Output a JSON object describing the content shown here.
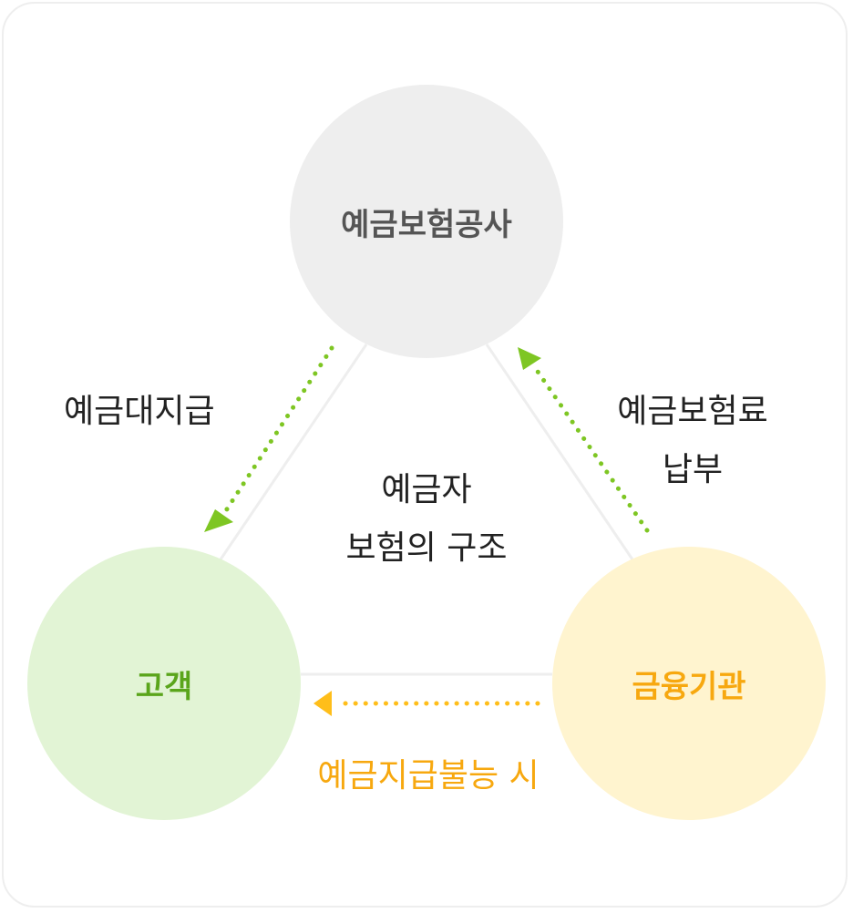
{
  "nodes": {
    "kdic": "예금보험공사",
    "customer": "고객",
    "institution": "금융기관"
  },
  "flows": {
    "payout": "예금대지급",
    "premium_line1": "예금보험료",
    "premium_line2": "납부",
    "default": "예금지급불능 시"
  },
  "center": {
    "line1": "예금자",
    "line2": "보험의 구조"
  },
  "colors": {
    "kdic_fill": "#eeeeee",
    "kdic_text": "#555555",
    "customer_fill": "#e2f4d5",
    "customer_text": "#5aa51b",
    "institution_fill": "#fff4cf",
    "institution_text": "#f7a80f",
    "green_arrow": "#7ec623",
    "orange_arrow": "#ffbe1a"
  }
}
